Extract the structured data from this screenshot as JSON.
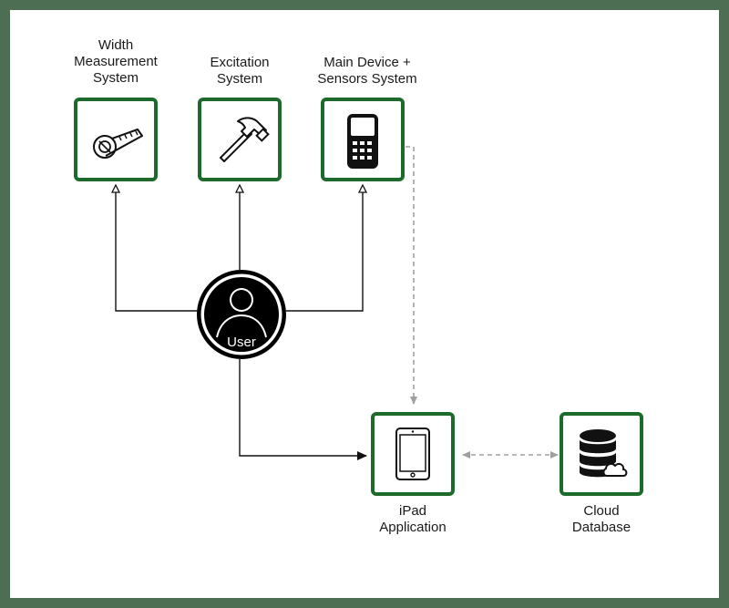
{
  "nodes": {
    "width": {
      "label_lines": [
        "Width",
        "Measurement",
        "System"
      ],
      "icon": "tape-measure-icon"
    },
    "excitation": {
      "label_lines": [
        "Excitation",
        "System"
      ],
      "icon": "hammer-icon"
    },
    "main": {
      "label_lines": [
        "Main Device +",
        "Sensors System"
      ],
      "icon": "handheld-device-icon"
    },
    "user": {
      "label": "User",
      "icon": "user-icon"
    },
    "ipad": {
      "label_lines": [
        "iPad",
        "Application"
      ],
      "icon": "tablet-icon"
    },
    "cloud": {
      "label_lines": [
        "Cloud",
        "Database"
      ],
      "icon": "database-cloud-icon"
    }
  },
  "colors": {
    "box_border": "#1c6b2a",
    "frame": "#4e6e54",
    "solid_connector": "#111111",
    "dashed_connector": "#a0a0a0"
  }
}
